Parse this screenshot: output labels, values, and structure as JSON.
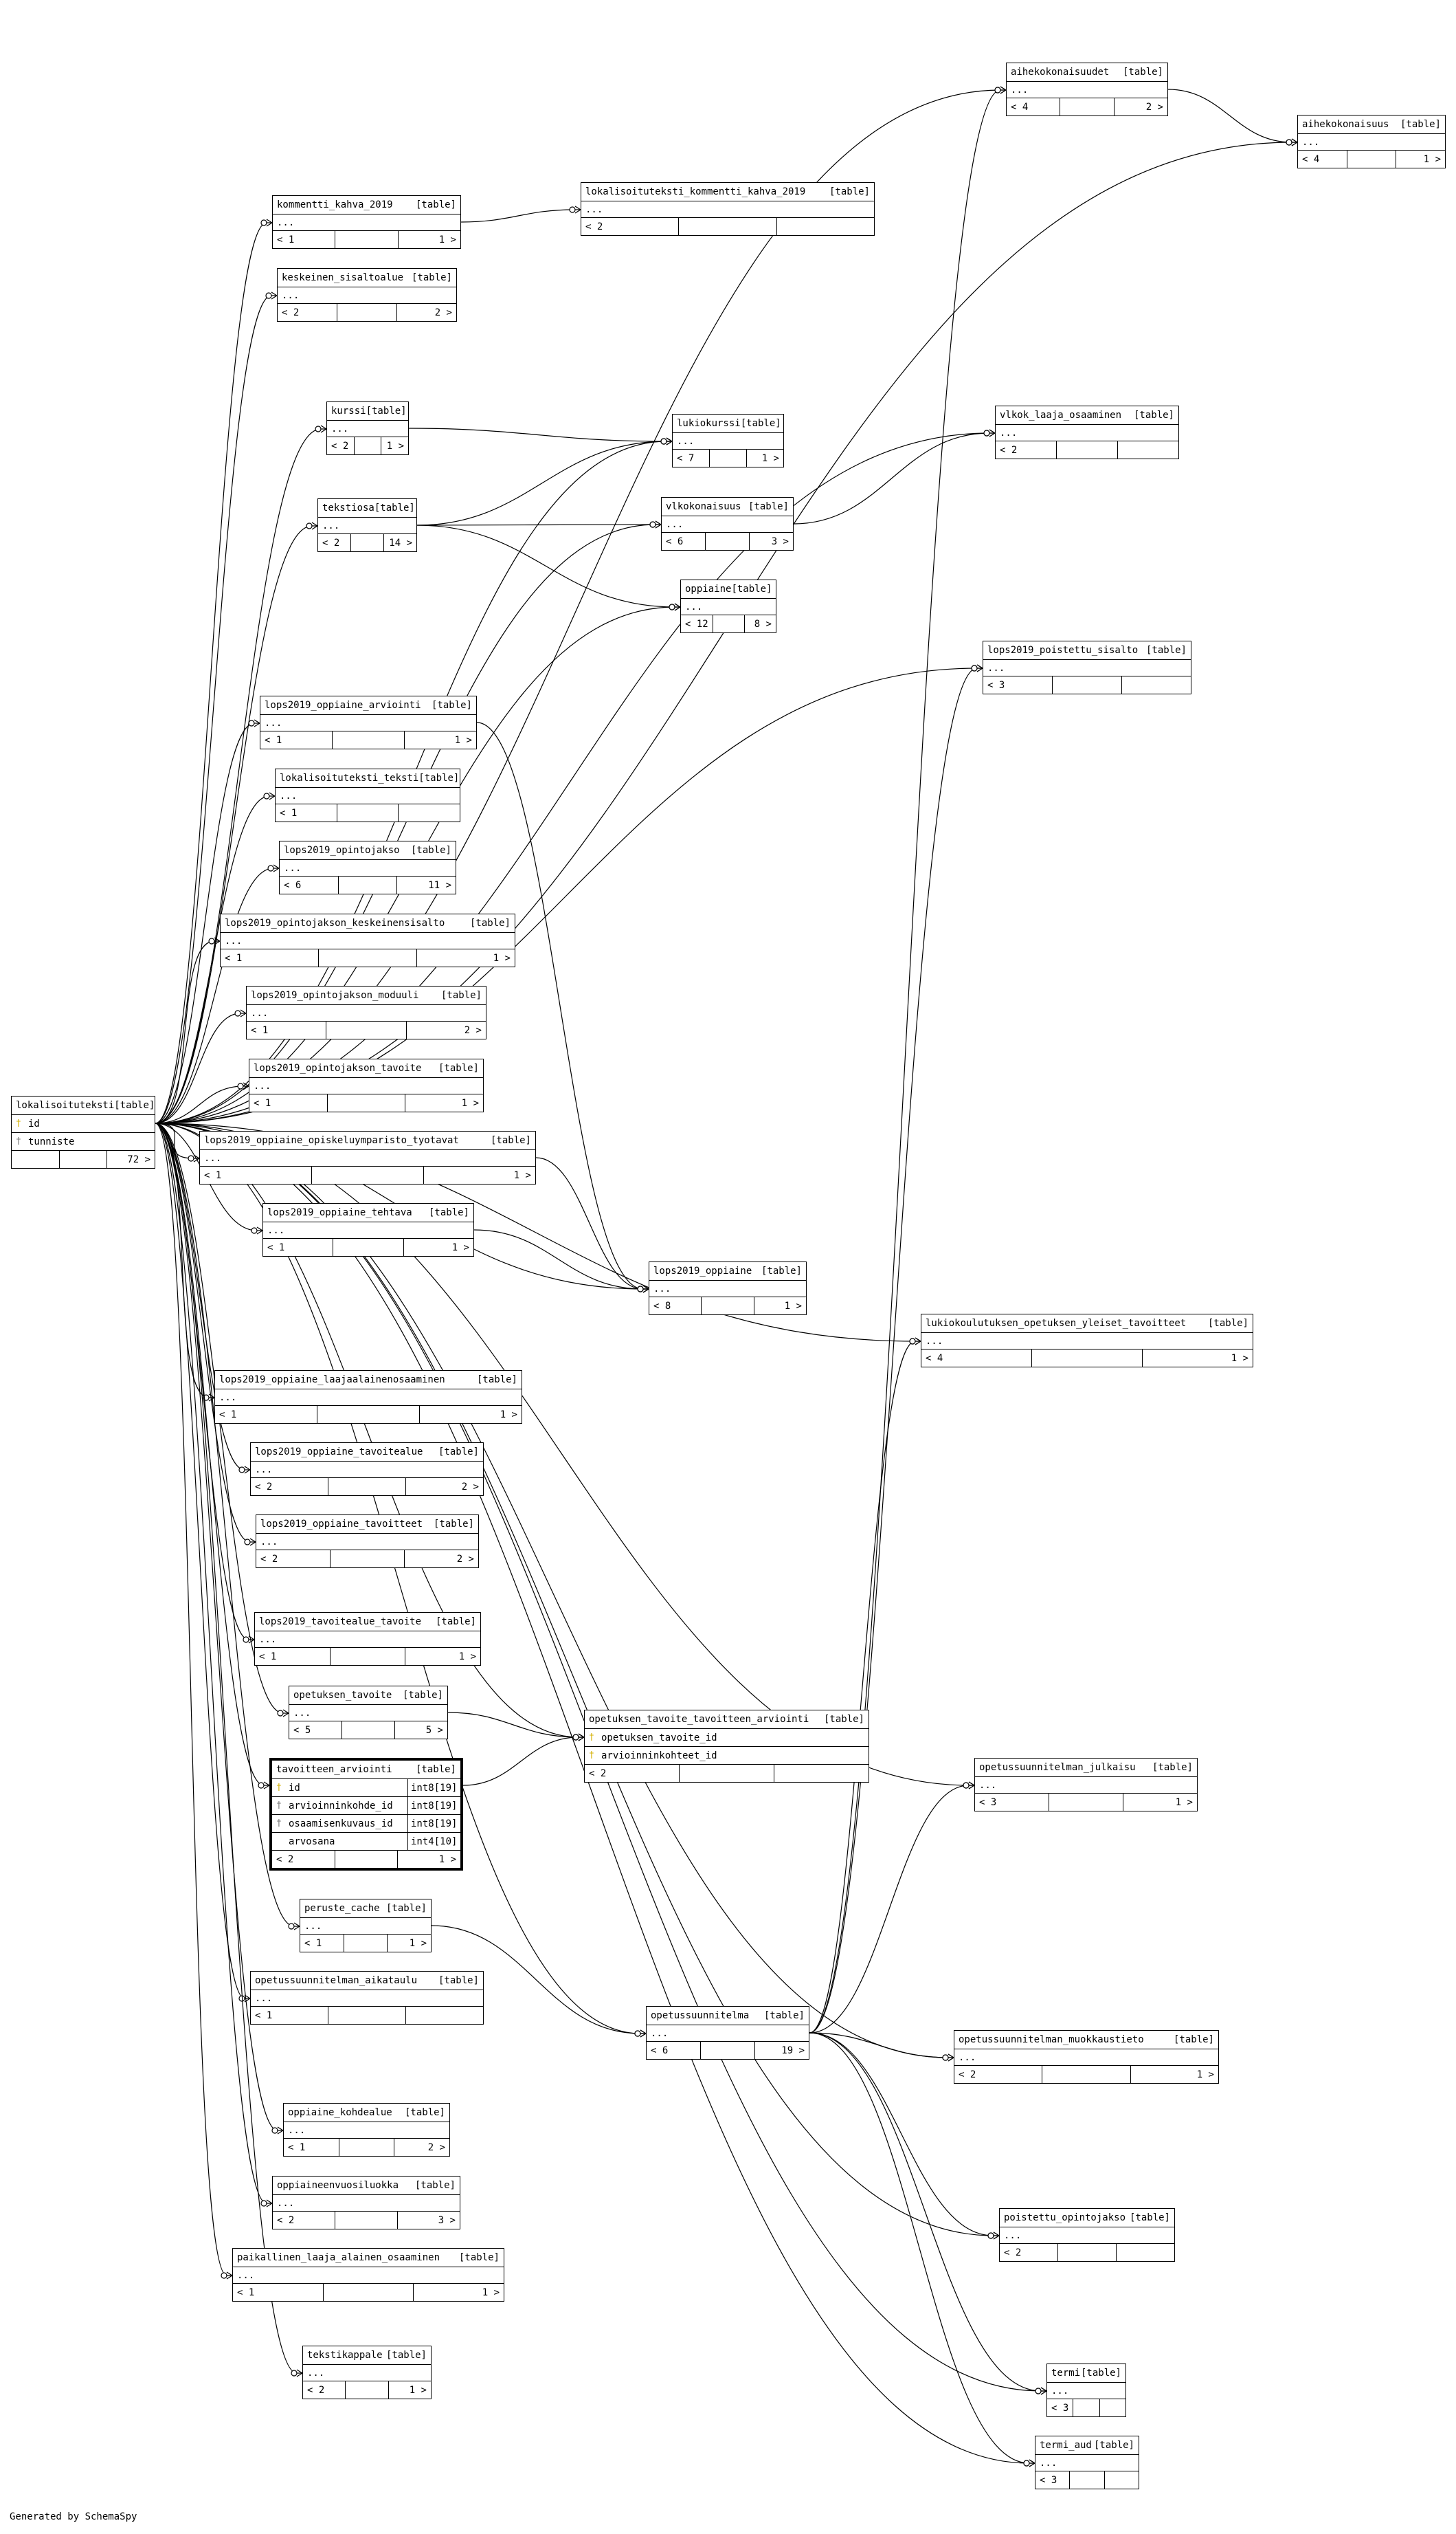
{
  "footer": "Generated by SchemaSpy",
  "tag": "[table]",
  "tables": [
    {
      "name": "aihekokonaisuudet",
      "ellipsis": "...",
      "children": "< 4",
      "parents": "2 >"
    },
    {
      "name": "aihekokonaisuus",
      "ellipsis": "...",
      "children": "< 4",
      "parents": "1 >"
    },
    {
      "name": "kommentti_kahva_2019",
      "ellipsis": "...",
      "children": "< 1",
      "parents": "1 >"
    },
    {
      "name": "lokalisoituteksti_kommentti_kahva_2019",
      "ellipsis": "...",
      "children": "< 2",
      "parents": ""
    },
    {
      "name": "keskeinen_sisaltoalue",
      "ellipsis": "...",
      "children": "< 2",
      "parents": "2 >"
    },
    {
      "name": "kurssi",
      "ellipsis": "...",
      "children": "< 2",
      "parents": "1 >"
    },
    {
      "name": "lukiokurssi",
      "ellipsis": "...",
      "children": "< 7",
      "parents": "1 >"
    },
    {
      "name": "vlkok_laaja_osaaminen",
      "ellipsis": "...",
      "children": "< 2",
      "parents": ""
    },
    {
      "name": "tekstiosa",
      "ellipsis": "...",
      "children": "< 2",
      "parents": "14 >"
    },
    {
      "name": "vlkokonaisuus",
      "ellipsis": "...",
      "children": "< 6",
      "parents": "3 >"
    },
    {
      "name": "oppiaine",
      "ellipsis": "...",
      "children": "< 12",
      "parents": "8 >"
    },
    {
      "name": "lops2019_poistettu_sisalto",
      "ellipsis": "...",
      "children": "< 3",
      "parents": ""
    },
    {
      "name": "lops2019_oppiaine_arviointi",
      "ellipsis": "...",
      "children": "< 1",
      "parents": "1 >"
    },
    {
      "name": "lokalisoituteksti_teksti",
      "ellipsis": "...",
      "children": "< 1",
      "parents": ""
    },
    {
      "name": "lops2019_opintojakso",
      "ellipsis": "...",
      "children": "< 6",
      "parents": "11 >"
    },
    {
      "name": "lops2019_opintojakson_keskeinensisalto",
      "ellipsis": "...",
      "children": "< 1",
      "parents": "1 >"
    },
    {
      "name": "lops2019_opintojakson_moduuli",
      "ellipsis": "...",
      "children": "< 1",
      "parents": "2 >"
    },
    {
      "name": "lops2019_opintojakson_tavoite",
      "ellipsis": "...",
      "children": "< 1",
      "parents": "1 >"
    },
    {
      "name": "lops2019_oppiaine_opiskeluymparisto_tyotavat",
      "ellipsis": "...",
      "children": "< 1",
      "parents": "1 >"
    },
    {
      "name": "lops2019_oppiaine_tehtava",
      "ellipsis": "...",
      "children": "< 1",
      "parents": "1 >"
    },
    {
      "name": "lops2019_oppiaine",
      "ellipsis": "...",
      "children": "< 8",
      "parents": "1 >"
    },
    {
      "name": "lukiokoulutuksen_opetuksen_yleiset_tavoitteet",
      "ellipsis": "...",
      "children": "< 4",
      "parents": "1 >"
    },
    {
      "name": "lops2019_oppiaine_laajaalainenosaaminen",
      "ellipsis": "...",
      "children": "< 1",
      "parents": "1 >"
    },
    {
      "name": "lops2019_oppiaine_tavoitealue",
      "ellipsis": "...",
      "children": "< 2",
      "parents": "2 >"
    },
    {
      "name": "lops2019_oppiaine_tavoitteet",
      "ellipsis": "...",
      "children": "< 2",
      "parents": "2 >"
    },
    {
      "name": "lops2019_tavoitealue_tavoite",
      "ellipsis": "...",
      "children": "< 1",
      "parents": "1 >"
    },
    {
      "name": "opetuksen_tavoite",
      "ellipsis": "...",
      "children": "< 5",
      "parents": "5 >"
    },
    {
      "name": "opetuksen_tavoite_tavoitteen_arviointi",
      "children": "< 2",
      "parents": "",
      "columns": [
        {
          "key": "fk-gold",
          "name": "opetuksen_tavoite_id"
        },
        {
          "key": "fk-gold",
          "name": "arvioinninkohteet_id"
        }
      ]
    },
    {
      "name": "tavoitteen_arviointi",
      "children": "< 2",
      "parents": "1 >",
      "columns": [
        {
          "key": "pk",
          "name": "id",
          "type": "int8[19]"
        },
        {
          "key": "fk",
          "name": "arvioinninkohde_id",
          "type": "int8[19]"
        },
        {
          "key": "fk",
          "name": "osaamisenkuvaus_id",
          "type": "int8[19]"
        },
        {
          "key": "",
          "name": "arvosana",
          "type": "int4[10]"
        }
      ]
    },
    {
      "name": "opetussuunnitelman_julkaisu",
      "ellipsis": "...",
      "children": "< 3",
      "parents": "1 >"
    },
    {
      "name": "peruste_cache",
      "ellipsis": "...",
      "children": "< 1",
      "parents": "1 >"
    },
    {
      "name": "opetussuunnitelman_aikataulu",
      "ellipsis": "...",
      "children": "< 1",
      "parents": ""
    },
    {
      "name": "opetussuunnitelma",
      "ellipsis": "...",
      "children": "< 6",
      "parents": "19 >"
    },
    {
      "name": "opetussuunnitelman_muokkaustieto",
      "ellipsis": "...",
      "children": "< 2",
      "parents": "1 >"
    },
    {
      "name": "oppiaine_kohdealue",
      "ellipsis": "...",
      "children": "< 1",
      "parents": "2 >"
    },
    {
      "name": "oppiaineenvuosiluokka",
      "ellipsis": "...",
      "children": "< 2",
      "parents": "3 >"
    },
    {
      "name": "paikallinen_laaja_alainen_osaaminen",
      "ellipsis": "...",
      "children": "< 1",
      "parents": "1 >"
    },
    {
      "name": "poistettu_opintojakso",
      "ellipsis": "...",
      "children": "< 2",
      "parents": ""
    },
    {
      "name": "tekstikappale",
      "ellipsis": "...",
      "children": "< 2",
      "parents": "1 >"
    },
    {
      "name": "termi",
      "ellipsis": "...",
      "children": "< 3",
      "parents": ""
    },
    {
      "name": "termi_aud",
      "ellipsis": "...",
      "children": "< 3",
      "parents": ""
    },
    {
      "name": "lokalisoituteksti",
      "children": "",
      "parents": "72 >",
      "columns": [
        {
          "key": "pk",
          "name": "id"
        },
        {
          "key": "fk",
          "name": "tunniste"
        }
      ]
    }
  ]
}
